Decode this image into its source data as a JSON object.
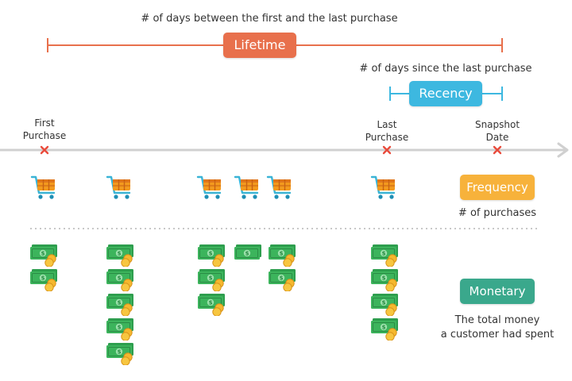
{
  "lifetime": {
    "caption": "# of days between the first and the last purchase",
    "label": "Lifetime",
    "color": "#E8704C"
  },
  "recency": {
    "caption": "# of days since the last purchase",
    "label": "Recency",
    "color": "#3DB8E0"
  },
  "timeline": {
    "first_purchase": [
      "First",
      "Purchase"
    ],
    "last_purchase": [
      "Last",
      "Purchase"
    ],
    "snapshot_date": [
      "Snapshot",
      "Date"
    ],
    "marker_color": "#E94B3C",
    "axis_color": "#D0D0D0"
  },
  "frequency": {
    "label": "Frequency",
    "caption": "# of purchases",
    "color": "#F7B23B"
  },
  "monetary": {
    "label": "Monetary",
    "caption": [
      "The total money",
      "a customer had spent"
    ],
    "color": "#3AA88C"
  },
  "icons": {
    "cart": "shopping-cart-icon",
    "money": "money-stack-icon"
  },
  "purchases": [
    {
      "carts": 1,
      "money_stacks": [
        2
      ]
    },
    {
      "carts": 1,
      "money_stacks": [
        5
      ]
    },
    {
      "carts": 3,
      "money_stacks": [
        3,
        1,
        2
      ]
    },
    {
      "carts": 1,
      "money_stacks": [
        4
      ]
    }
  ]
}
